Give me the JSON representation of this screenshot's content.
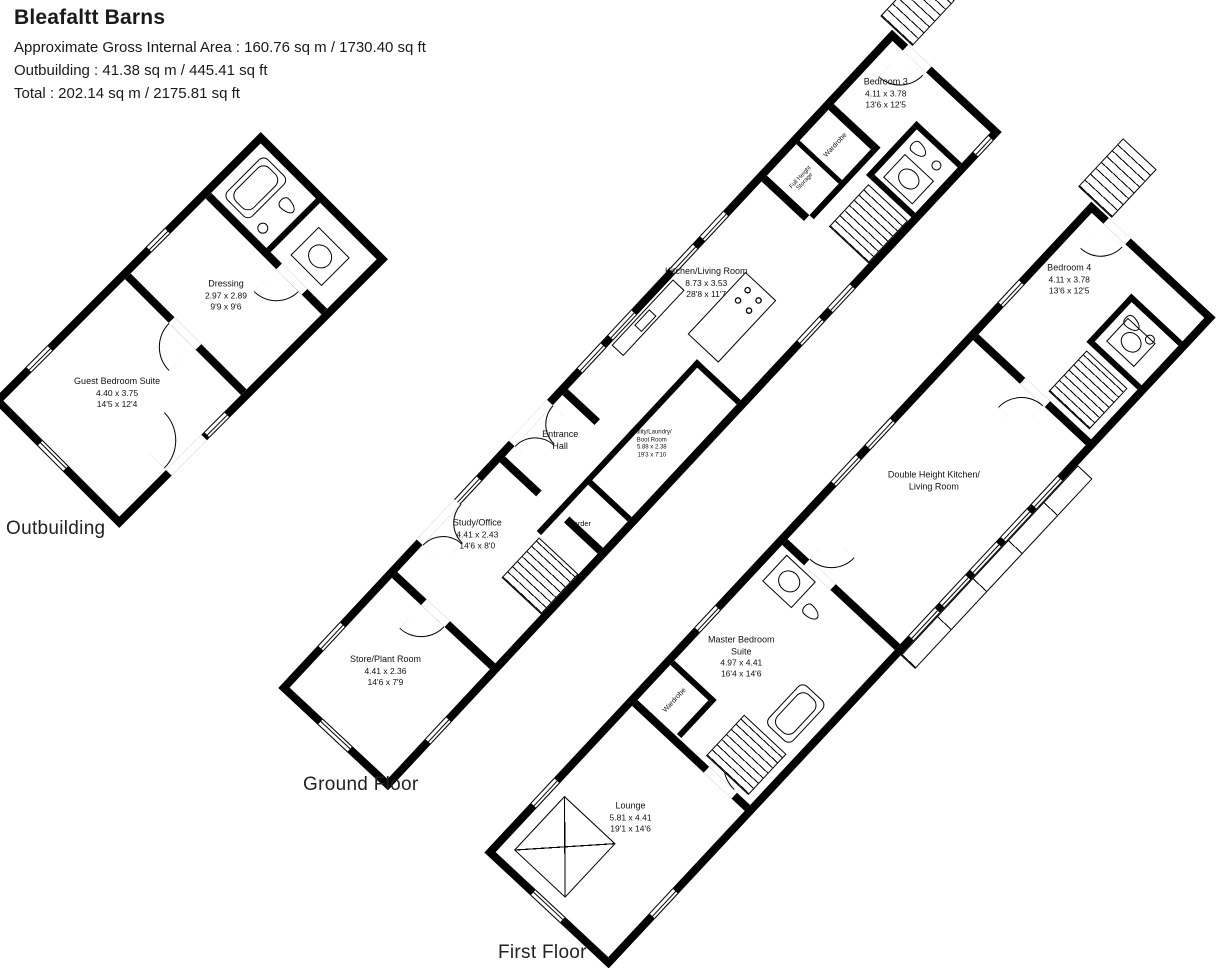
{
  "header": {
    "title": "Bleafaltt Barns",
    "line1": "Approximate Gross Internal Area : 160.76 sq m / 1730.40 sq ft",
    "line2": "Outbuilding : 41.38 sq m / 445.41 sq ft",
    "line3": "Total : 202.14 sq m / 2175.81 sq ft"
  },
  "colors": {
    "wall": "#000000",
    "background": "#ffffff"
  },
  "plans": {
    "outbuilding": {
      "caption": "Outbuilding",
      "rooms": {
        "guest_bedroom": {
          "name": "Guest Bedroom Suite",
          "metric": "4.40 x 3.75",
          "imperial": "14'5 x 12'4"
        },
        "dressing": {
          "name": "Dressing",
          "metric": "2.97 x 2.89",
          "imperial": "9'9 x 9'6"
        }
      }
    },
    "ground_floor": {
      "caption": "Ground Floor",
      "rooms": {
        "store": {
          "name": "Store/Plant Room",
          "metric": "4.41 x 2.36",
          "imperial": "14'6 x 7'9"
        },
        "study": {
          "name": "Study/Office",
          "metric": "4.41 x 2.43",
          "imperial": "14'6 x 8'0"
        },
        "larder": {
          "name": "Larder"
        },
        "entrance_hall": {
          "name": "Entrance",
          "name2": "Hall"
        },
        "utility": {
          "name": "Utility/Laundry/",
          "name2": "Boot Room",
          "metric": "5.88 x 2.38",
          "imperial": "19'3 x 7'10"
        },
        "kitchen_living": {
          "name": "Kitchen/Living Room",
          "metric": "8.73 x 3.53",
          "imperial": "28'8 x 11'7"
        },
        "storage": {
          "name": "Full Height",
          "name2": "Storage"
        },
        "wardrobe": {
          "name": "Wardrobe"
        },
        "bedroom3": {
          "name": "Bedroom 3",
          "metric": "4.11 x 3.78",
          "imperial": "13'6 x 12'5"
        }
      }
    },
    "first_floor": {
      "caption": "First Floor",
      "rooms": {
        "lounge": {
          "name": "Lounge",
          "metric": "5.81 x 4.41",
          "imperial": "19'1 x 14'6"
        },
        "wardrobe": {
          "name": "Wardrobe"
        },
        "master": {
          "name": "Master Bedroom",
          "name2": "Suite",
          "metric": "4.97 x 4.41",
          "imperial": "16'4 x 14'6"
        },
        "dh_kitchen": {
          "name": "Double Height Kitchen/",
          "name2": "Living Room"
        },
        "bedroom4": {
          "name": "Bedroom 4",
          "metric": "4.11 x 3.78",
          "imperial": "13'6 x 12'5"
        }
      }
    }
  }
}
